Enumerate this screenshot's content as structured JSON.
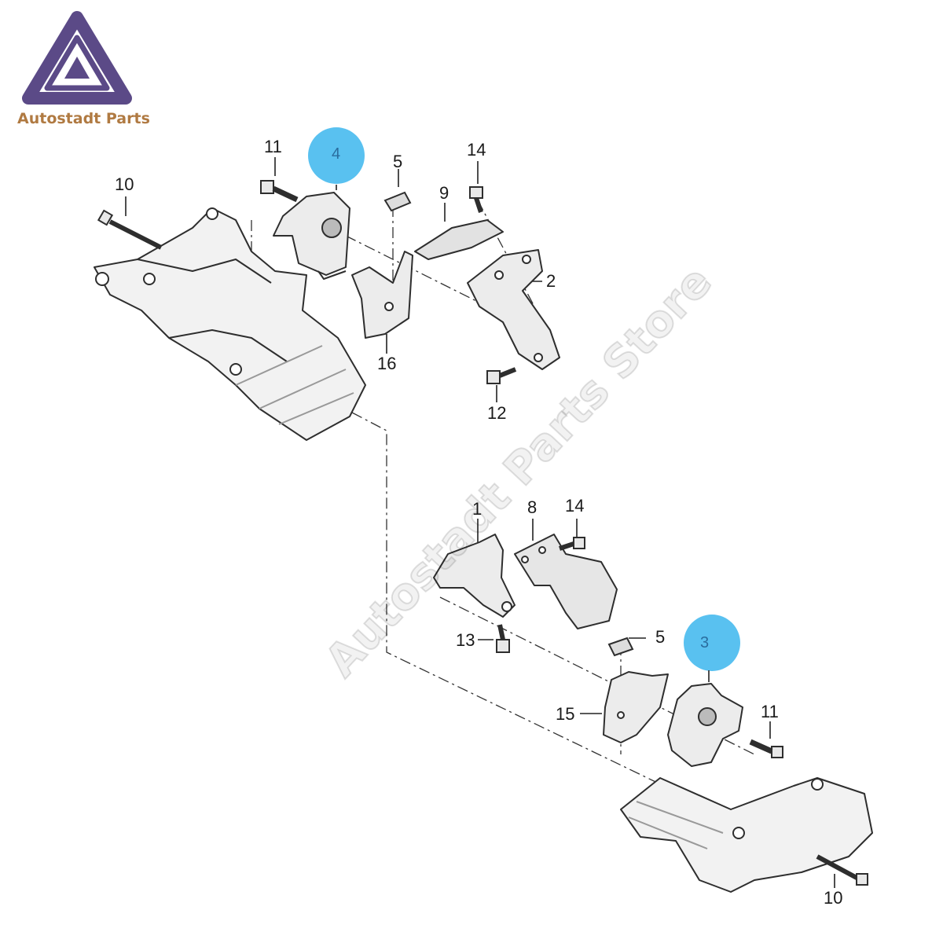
{
  "brand": {
    "name": "Autostadt Parts",
    "logo_color": "#5b4a87",
    "text_color": "#b07a42"
  },
  "watermark": "Autostadt Parts Store",
  "highlight_color": "#59c1f0",
  "callouts": [
    {
      "id": "c-11-top",
      "label": "11"
    },
    {
      "id": "c-4",
      "label": "4",
      "highlighted": true
    },
    {
      "id": "c-5-top",
      "label": "5"
    },
    {
      "id": "c-14-top",
      "label": "14"
    },
    {
      "id": "c-10-top",
      "label": "10"
    },
    {
      "id": "c-9",
      "label": "9"
    },
    {
      "id": "c-2",
      "label": "2"
    },
    {
      "id": "c-16",
      "label": "16"
    },
    {
      "id": "c-12",
      "label": "12"
    },
    {
      "id": "c-1",
      "label": "1"
    },
    {
      "id": "c-8",
      "label": "8"
    },
    {
      "id": "c-14-bottom",
      "label": "14"
    },
    {
      "id": "c-13",
      "label": "13"
    },
    {
      "id": "c-5-bottom",
      "label": "5"
    },
    {
      "id": "c-3",
      "label": "3",
      "highlighted": true
    },
    {
      "id": "c-15",
      "label": "15"
    },
    {
      "id": "c-11-bottom",
      "label": "11"
    },
    {
      "id": "c-10-bottom",
      "label": "10"
    }
  ]
}
